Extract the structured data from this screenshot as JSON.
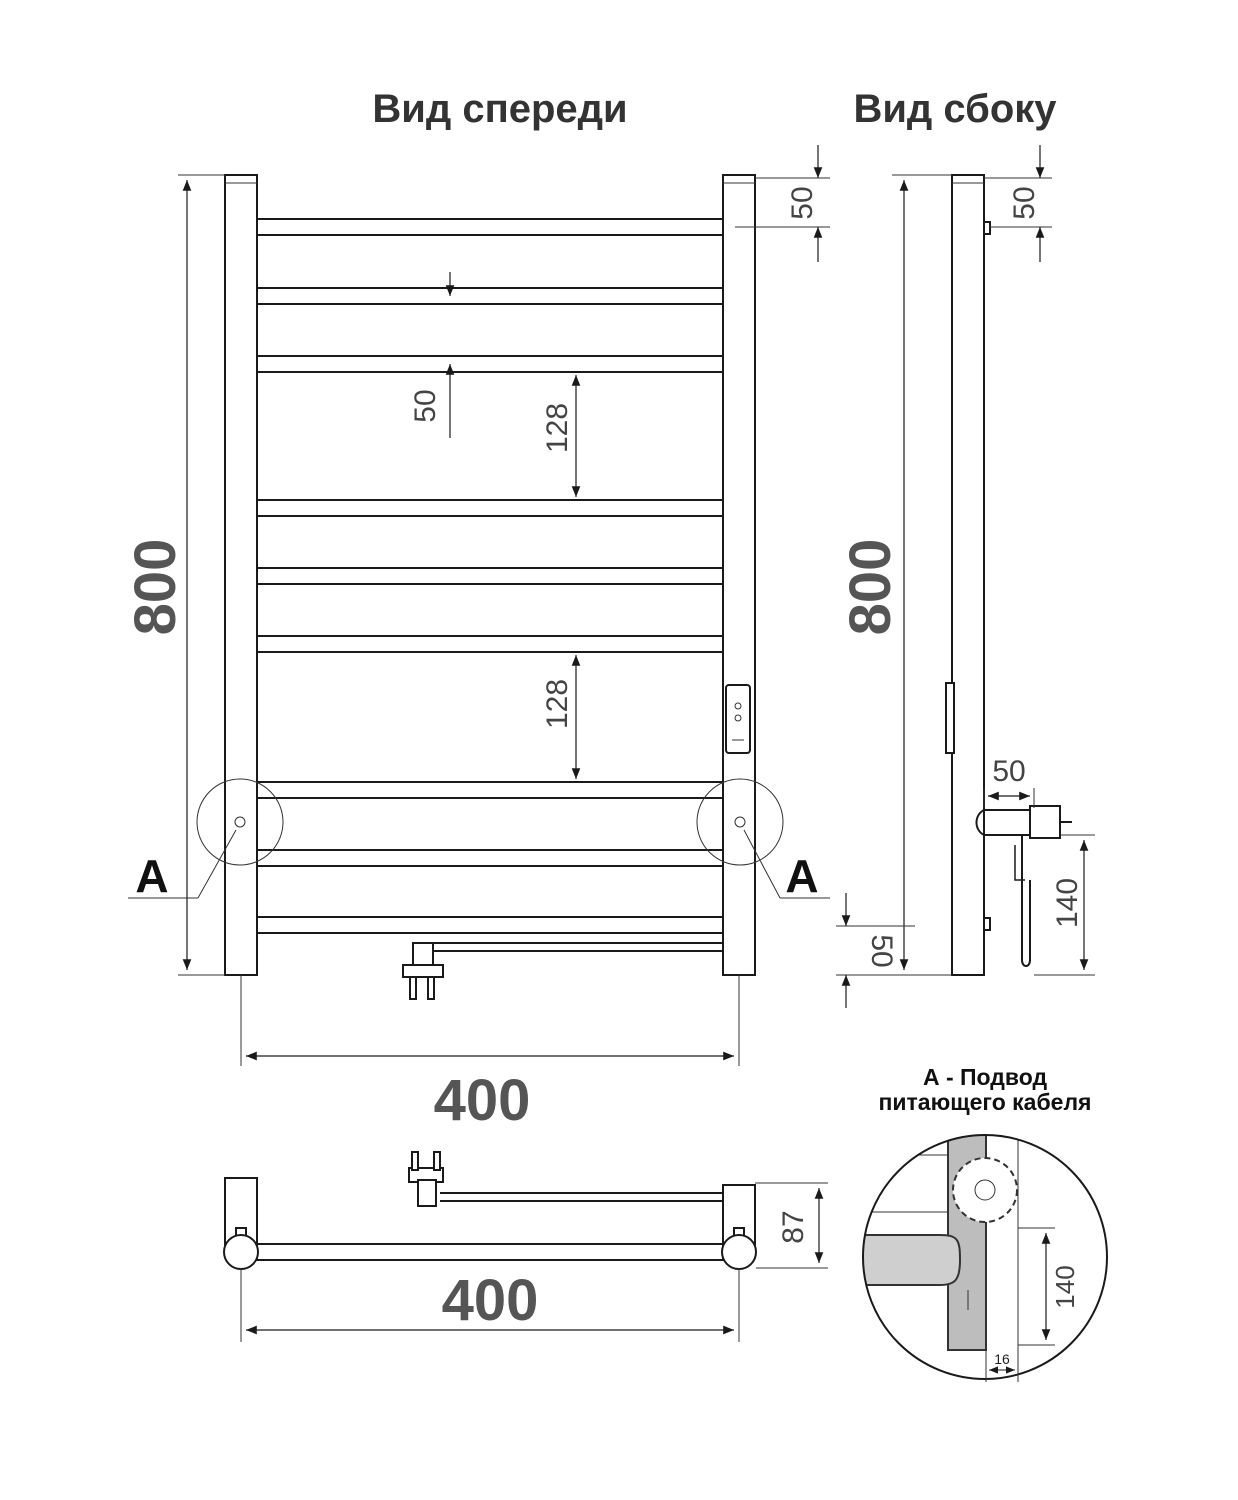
{
  "views": {
    "front_title": "Вид спереди",
    "side_title": "Вид сбоку"
  },
  "dimensions": {
    "front_height": "800",
    "front_width": "400",
    "top_offset": "50",
    "rung_gap_small": "50",
    "rung_gap_upper": "128",
    "rung_gap_lower": "128",
    "side_height": "800",
    "side_top_offset": "50",
    "side_bottom_offset": "50",
    "side_plug_depth": "50",
    "side_cable_height": "140",
    "bottom_width": "400",
    "bottom_depth": "87"
  },
  "callouts": {
    "left_marker": "A",
    "right_marker": "A"
  },
  "detail": {
    "title_line1": "А - Подвод",
    "title_line2": "питающего кабеля",
    "height": "140",
    "width": "16"
  }
}
